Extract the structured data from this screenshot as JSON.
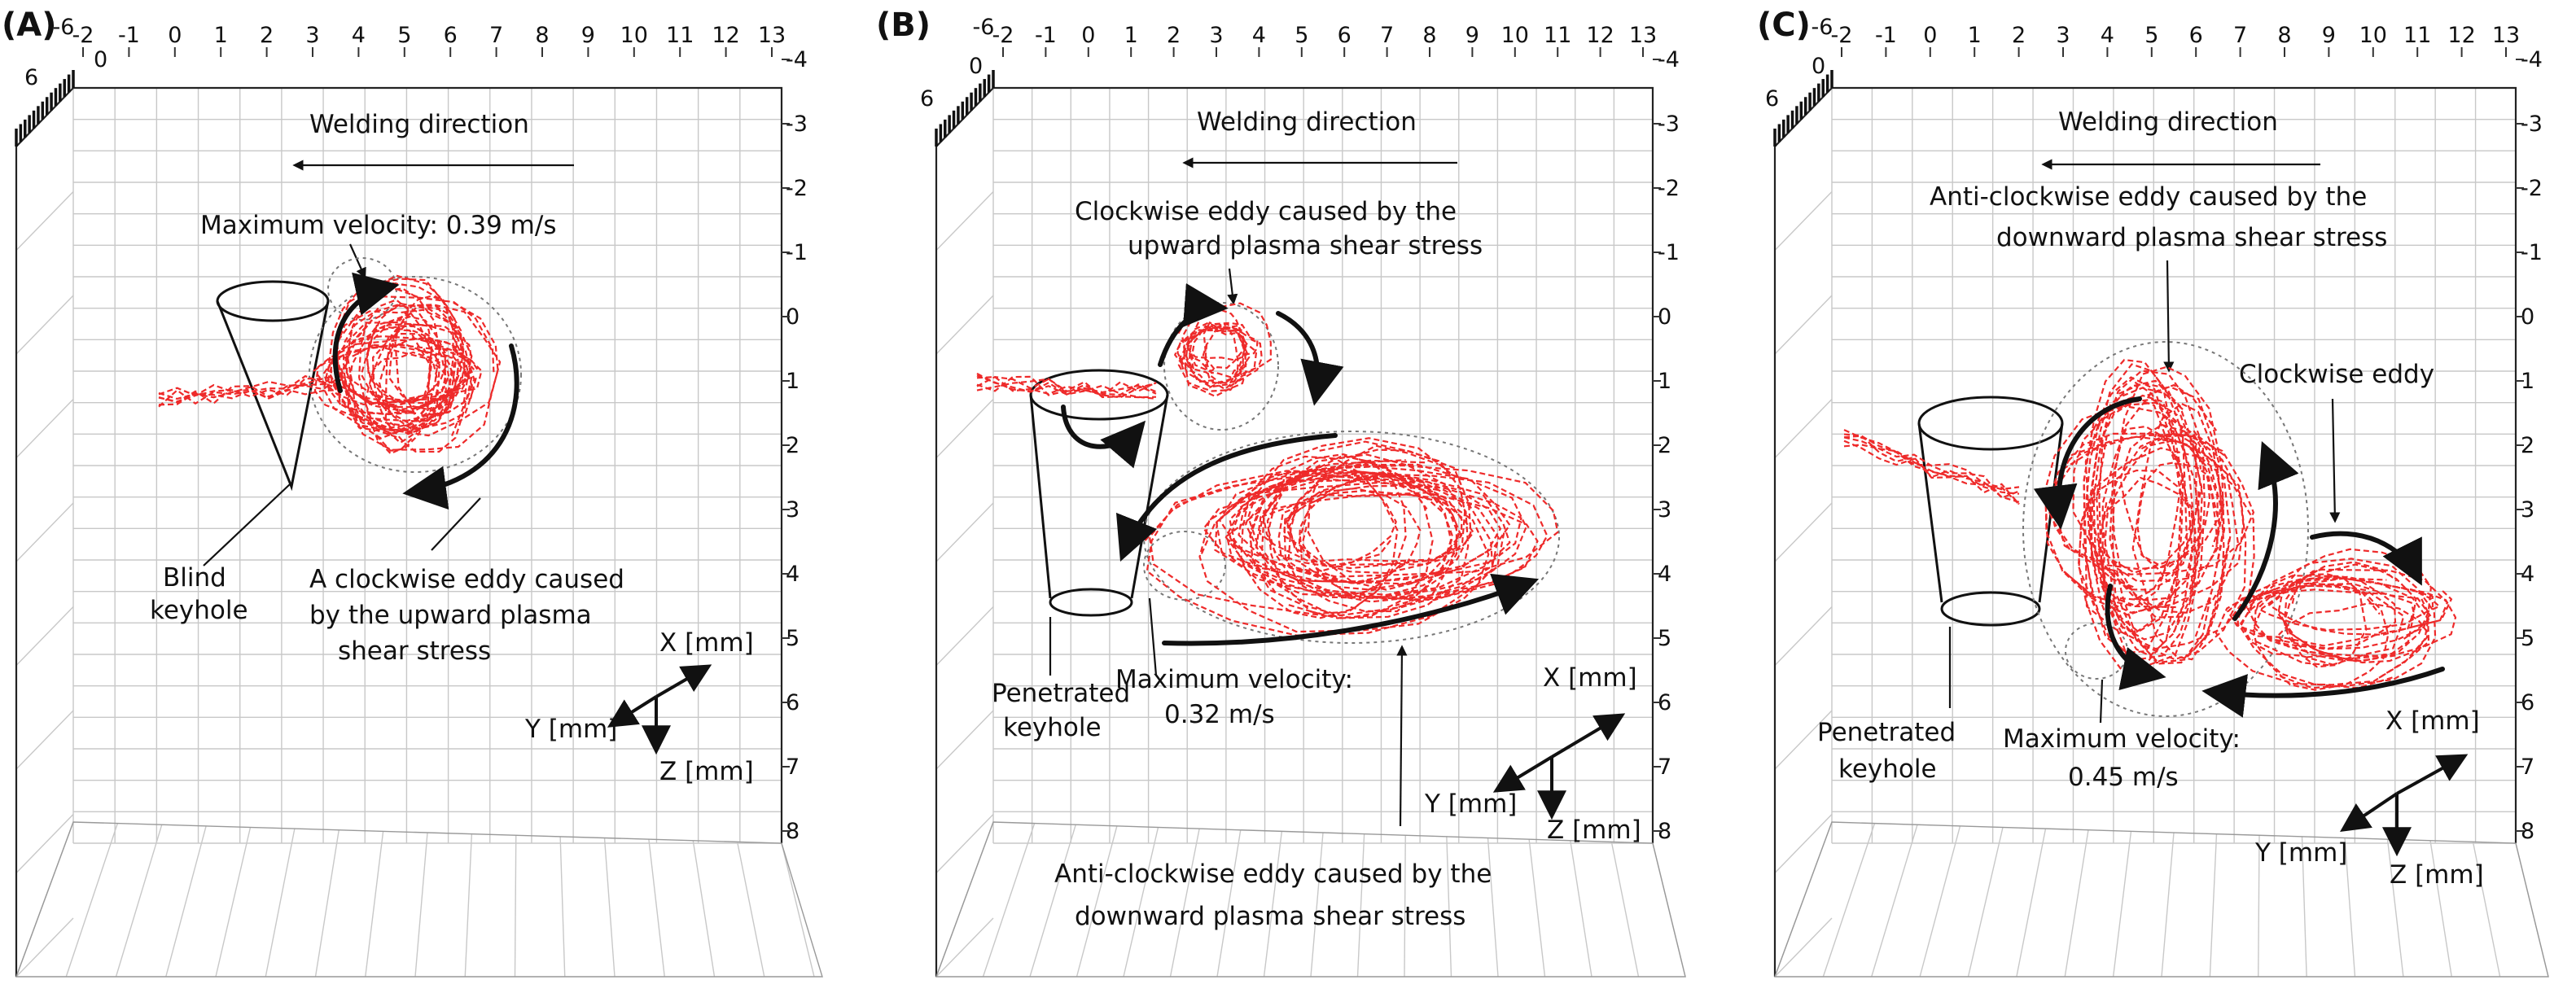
{
  "panels": [
    {
      "letter": "(A)",
      "top_ticks": [
        "-6",
        "-2",
        "-1",
        "0",
        "1",
        "2",
        "3",
        "4",
        "5",
        "6",
        "7",
        "8",
        "9",
        "10",
        "11",
        "12",
        "13"
      ],
      "left_ticks": [
        "6",
        "0"
      ],
      "right_ticks": [
        "-4",
        "-3",
        "-2",
        "-1",
        "0",
        "1",
        "2",
        "3",
        "4",
        "5",
        "6",
        "7",
        "8"
      ],
      "labels": {
        "welding": "Welding direction",
        "maxvel_1": "Maximum velocity: 0.39 m/s",
        "keyhole_1": "Blind",
        "keyhole_2": "keyhole",
        "eddy_1": "A clockwise eddy caused",
        "eddy_2": "by the upward plasma",
        "eddy_3": "shear stress",
        "axis_x": "X [mm]",
        "axis_y": "Y [mm]",
        "axis_z": "Z [mm]"
      }
    },
    {
      "letter": "(B)",
      "top_ticks": [
        "-6",
        "-2",
        "-1",
        "0",
        "1",
        "2",
        "3",
        "4",
        "5",
        "6",
        "7",
        "8",
        "9",
        "10",
        "11",
        "12",
        "13"
      ],
      "left_ticks": [
        "6",
        "0"
      ],
      "right_ticks": [
        "-4",
        "-3",
        "-2",
        "-1",
        "0",
        "1",
        "2",
        "3",
        "4",
        "5",
        "6",
        "7",
        "8"
      ],
      "labels": {
        "welding": "Welding direction",
        "eddy_top_1": "Clockwise eddy caused by the",
        "eddy_top_2": "upward plasma shear stress",
        "keyhole_1": "Penetrated",
        "keyhole_2": "keyhole",
        "maxvel_1": "Maximum velocity:",
        "maxvel_2": "0.32 m/s",
        "eddy_bot_1": "Anti-clockwise eddy caused by the",
        "eddy_bot_2": "downward plasma shear stress",
        "axis_x": "X [mm]",
        "axis_y": "Y [mm]",
        "axis_z": "Z [mm]"
      }
    },
    {
      "letter": "(C)",
      "top_ticks": [
        "-6",
        "-2",
        "-1",
        "0",
        "1",
        "2",
        "3",
        "4",
        "5",
        "6",
        "7",
        "8",
        "9",
        "10",
        "11",
        "12",
        "13"
      ],
      "left_ticks": [
        "6",
        "0"
      ],
      "right_ticks": [
        "-4",
        "-3",
        "-2",
        "-1",
        "0",
        "1",
        "2",
        "3",
        "4",
        "5",
        "6",
        "7",
        "8"
      ],
      "labels": {
        "welding": "Welding direction",
        "eddy_top_1": "Anti-clockwise eddy caused by the",
        "eddy_top_2": "downward plasma shear stress",
        "eddy_cw": "Clockwise eddy",
        "keyhole_1": "Penetrated",
        "keyhole_2": "keyhole",
        "maxvel_1": "Maximum velocity:",
        "maxvel_2": "0.45 m/s",
        "axis_x": "X [mm]",
        "axis_y": "Y [mm]",
        "axis_z": "Z [mm]"
      }
    }
  ],
  "colors": {
    "trajectory": "#ee2a2a",
    "annotation": "#111111",
    "grid": "#c8c8c8"
  }
}
